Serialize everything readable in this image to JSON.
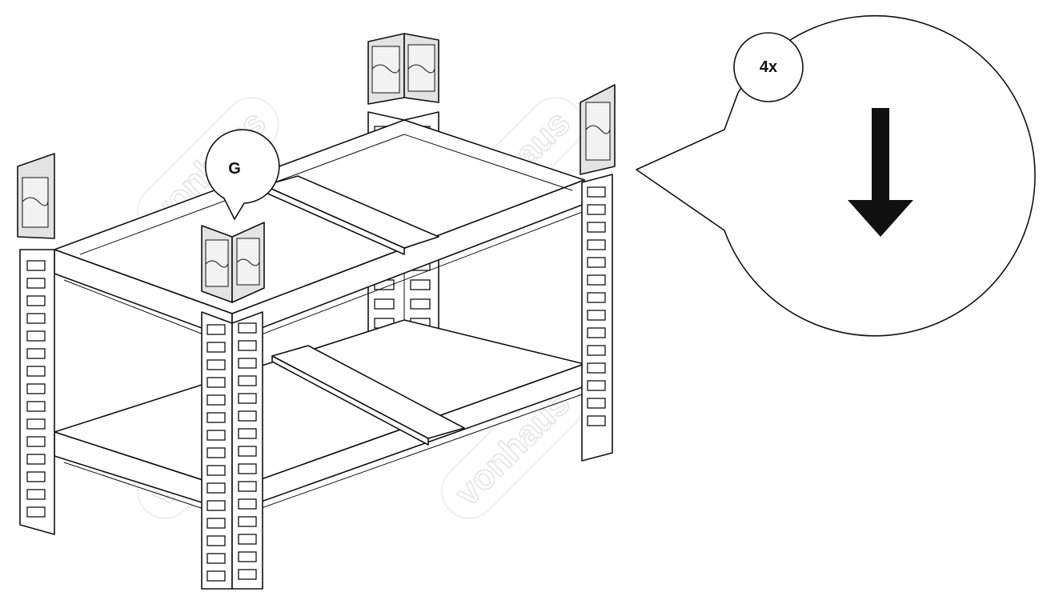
{
  "watermark": {
    "text": "vonhaus"
  },
  "part_label": {
    "text": "G"
  },
  "detail": {
    "quantity_text": "4x",
    "direction": "down"
  },
  "colors": {
    "line": "#111111",
    "cap_fill": "#e3e3e3",
    "watermark": "#e4e4e4",
    "background": "#ffffff"
  }
}
